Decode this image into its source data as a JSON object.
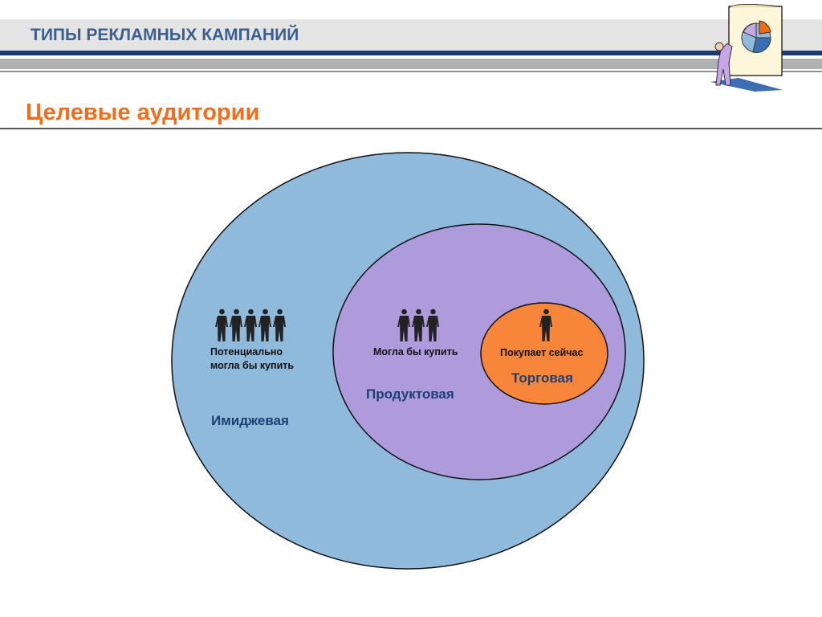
{
  "header": {
    "title": "ТИПЫ РЕКЛАМНЫХ КАМПАНИЙ"
  },
  "slide": {
    "subtitle": "Целевые аудитории"
  },
  "diagram": {
    "outer": {
      "people": 5,
      "audience": "Потенциально могла бы купить",
      "audience_line1": "Потенциально",
      "audience_line2": "могла бы купить",
      "campaign": "Имиджевая",
      "color": "#8fbadb"
    },
    "middle": {
      "people": 3,
      "audience": "Могла бы купить",
      "campaign": "Продуктовая",
      "color": "#ae9bdc"
    },
    "inner": {
      "people": 1,
      "audience": "Покупает сейчас",
      "campaign": "Торговая",
      "color": "#f8863a"
    }
  }
}
